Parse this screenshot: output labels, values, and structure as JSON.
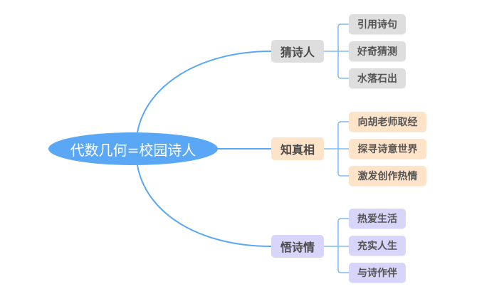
{
  "root": {
    "label": "代数几何=校园诗人",
    "color": "#5aa8f5"
  },
  "connector_color": "#5aa8f5",
  "branches": [
    {
      "label": "猜诗人",
      "color": "#dedede",
      "children": [
        "引用诗句",
        "好奇猜测",
        "水落石出"
      ]
    },
    {
      "label": "知真相",
      "color": "#fde3c8",
      "children": [
        "向胡老师取经",
        "探寻诗意世界",
        "激发创作热情"
      ]
    },
    {
      "label": "悟诗情",
      "color": "#d8d5fa",
      "children": [
        "热爱生活",
        "充实人生",
        "与诗作伴"
      ]
    }
  ]
}
